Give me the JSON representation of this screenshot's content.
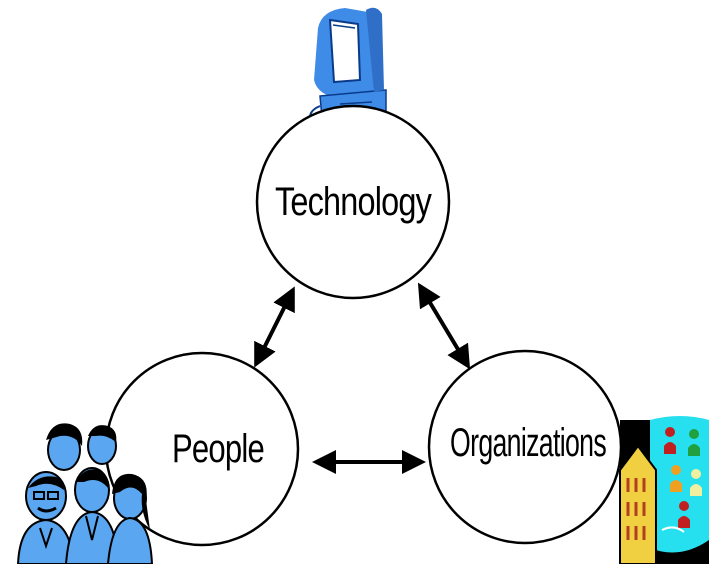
{
  "diagram": {
    "nodes": {
      "technology": {
        "label": "Technology"
      },
      "people": {
        "label": "People"
      },
      "organizations": {
        "label": "Organizations"
      }
    },
    "edges": [
      {
        "from": "technology",
        "to": "people",
        "direction": "both"
      },
      {
        "from": "technology",
        "to": "organizations",
        "direction": "both"
      },
      {
        "from": "people",
        "to": "organizations",
        "direction": "both"
      }
    ],
    "illustrations": {
      "technology": "computer-icon",
      "people": "people-group-icon",
      "organizations": "office-building-icon"
    },
    "colors": {
      "circle_stroke": "#000000",
      "arrow": "#000000",
      "computer_blue": "#3f8be8",
      "people_blue": "#5aa6f0",
      "org_cyan": "#26e0f0",
      "org_yellow": "#f0d040"
    }
  }
}
